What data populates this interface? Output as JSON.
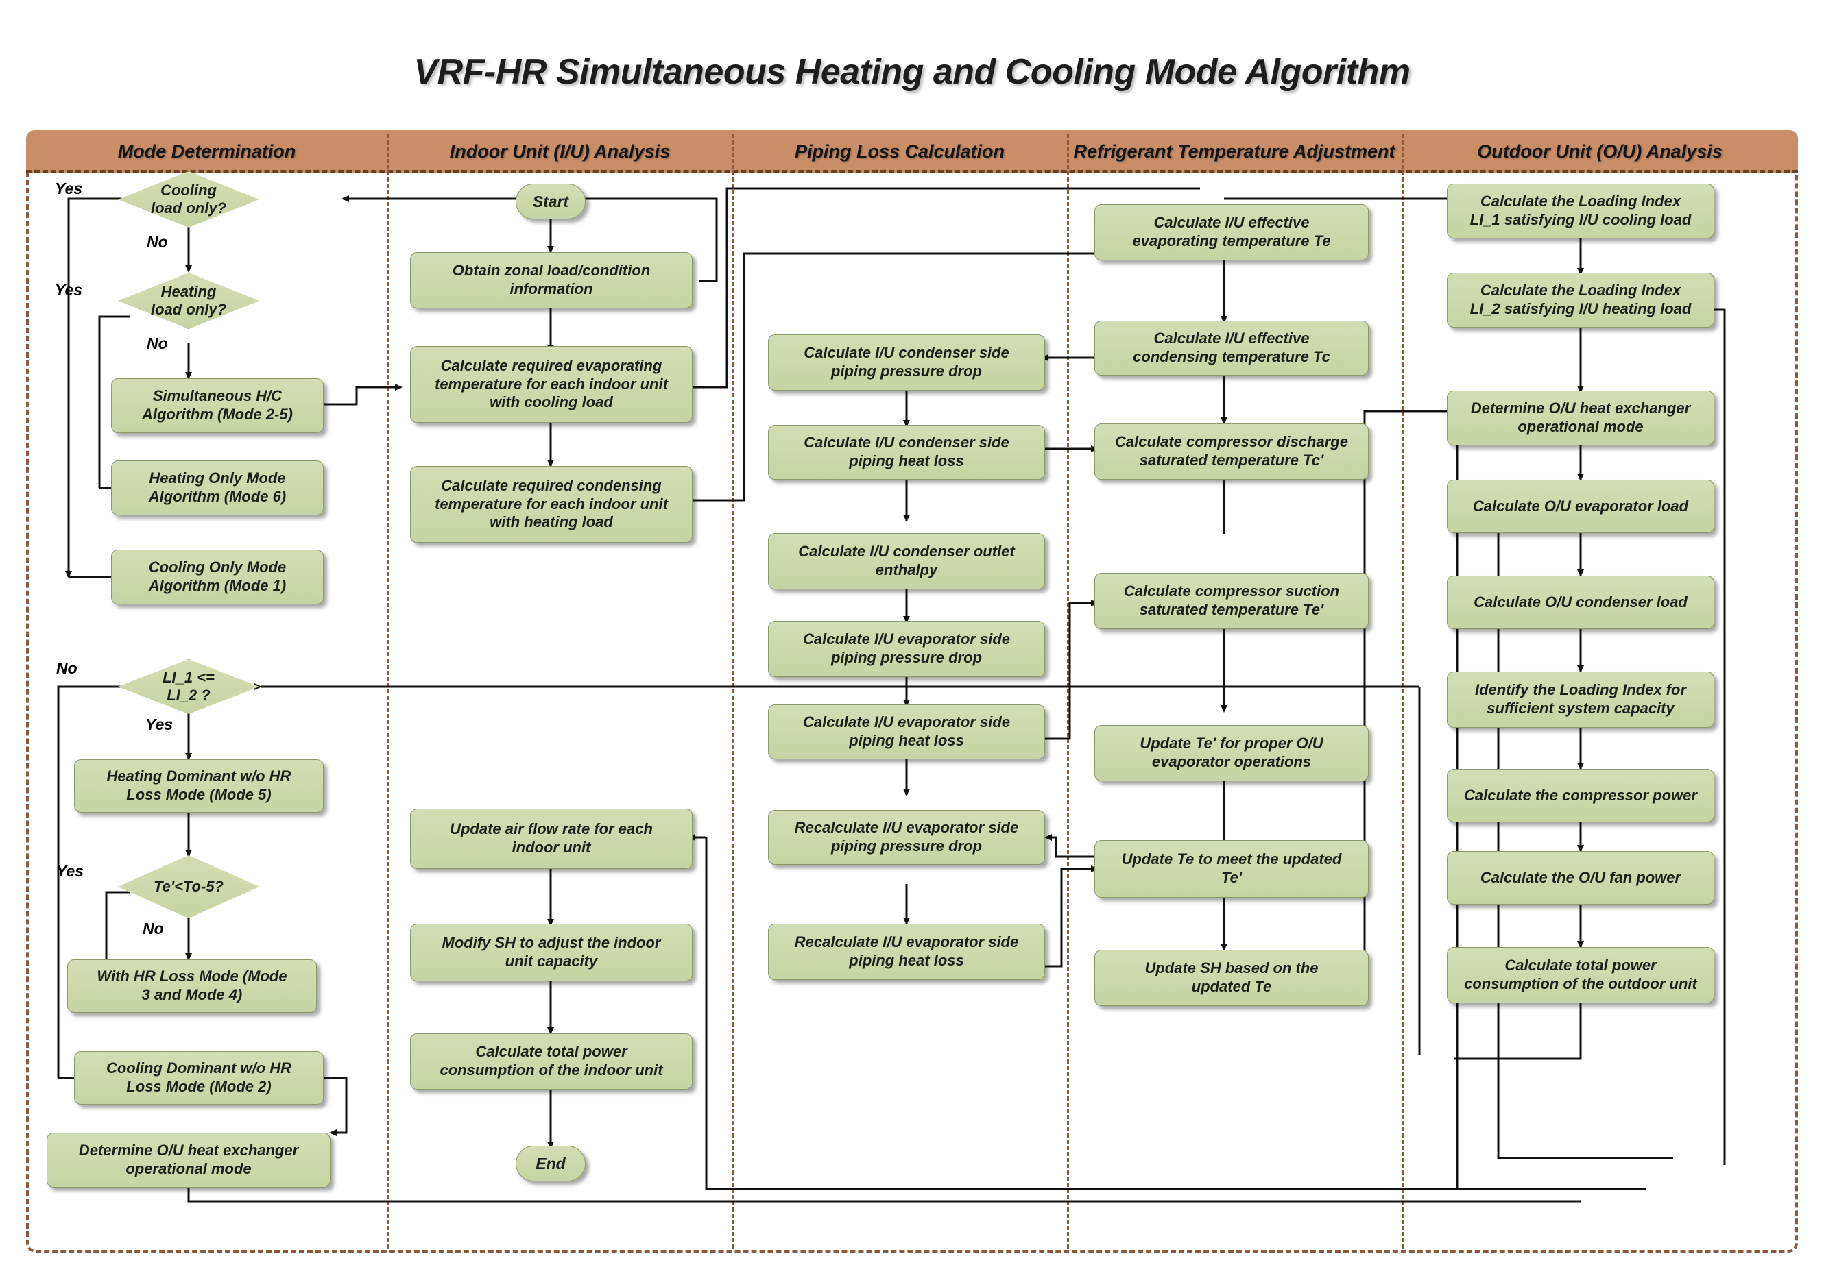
{
  "title": "VRF-HR Simultaneous Heating and Cooling Mode Algorithm",
  "lanes": [
    {
      "id": "mode-determination",
      "label": "Mode Determination"
    },
    {
      "id": "indoor-unit-analysis",
      "label": "Indoor Unit (I/U) Analysis"
    },
    {
      "id": "piping-loss-calculation",
      "label": "Piping Loss Calculation"
    },
    {
      "id": "refrigerant-temperature-adjustment",
      "label": "Refrigerant Temperature Adjustment"
    },
    {
      "id": "outdoor-unit-analysis",
      "label": "Outdoor Unit (O/U) Analysis"
    }
  ],
  "colors": {
    "node_fill": "#cdd9ab",
    "node_border": "#8a9a6b",
    "lane_header": "#c98e68",
    "lane_border": "#8a5a3b",
    "connector": "#111111"
  },
  "nodes": {
    "cooling_load_only": "Cooling\nload only?",
    "heating_load_only": "Heating\nload only?",
    "simultaneous_hc": "Simultaneous H/C\nAlgorithm (Mode 2-5)",
    "heating_only_mode": "Heating Only Mode\nAlgorithm (Mode 6)",
    "cooling_only_mode": "Cooling Only Mode\nAlgorithm (Mode 1)",
    "li_compare": "LI_1 <=\nLI_2 ?",
    "heating_dominant": "Heating Dominant w/o HR\nLoss Mode (Mode 5)",
    "te_to_compare": "Te'<To-5?",
    "with_hr_loss": "With HR Loss Mode (Mode\n3 and Mode 4)",
    "cooling_dominant": "Cooling Dominant w/o HR\nLoss Mode (Mode 2)",
    "determine_ou_hx_left": "Determine O/U heat exchanger\noperational mode",
    "start": "Start",
    "obtain_zonal": "Obtain zonal load/condition\ninformation",
    "calc_req_evap": "Calculate required evaporating\ntemperature for each indoor unit\nwith cooling load",
    "calc_req_cond": "Calculate required condensing\ntemperature for each indoor unit\nwith heating load",
    "update_air_flow": "Update air flow rate for each\nindoor unit",
    "modify_sh": "Modify SH to adjust the indoor\nunit capacity",
    "calc_total_power_iu": "Calculate total power\nconsumption of the indoor unit",
    "end": "End",
    "iu_cond_pressure_drop": "Calculate I/U condenser side\npiping pressure drop",
    "iu_cond_heat_loss": "Calculate I/U condenser side\npiping heat loss",
    "iu_cond_outlet_enthalpy": "Calculate I/U condenser outlet\nenthalpy",
    "iu_evap_pressure_drop": "Calculate I/U evaporator side\npiping pressure drop",
    "iu_evap_heat_loss": "Calculate I/U evaporator side\npiping heat loss",
    "recalc_evap_pressure_drop": "Recalculate I/U evaporator side\npiping pressure drop",
    "recalc_evap_heat_loss": "Recalculate I/U evaporator side\npiping heat loss",
    "calc_te": "Calculate I/U effective\nevaporating temperature Te",
    "calc_tc": "Calculate I/U effective\ncondensing temperature Tc",
    "calc_tc_prime": "Calculate compressor discharge\nsaturated temperature Tc'",
    "calc_te_prime": "Calculate compressor suction\nsaturated temperature Te'",
    "update_te_prime": "Update Te' for proper O/U\nevaporator operations",
    "update_te": "Update Te to meet the updated\nTe'",
    "update_sh": "Update SH based on the\nupdated Te",
    "calc_li1": "Calculate the Loading Index\nLI_1 satisfying I/U cooling load",
    "calc_li2": "Calculate the Loading Index\nLI_2 satisfying I/U heating load",
    "determine_ou_hx_right": "Determine O/U heat exchanger\noperational mode",
    "calc_ou_evap_load": "Calculate O/U evaporator load",
    "calc_ou_cond_load": "Calculate O/U condenser load",
    "identify_li": "Identify the Loading Index for\nsufficient system capacity",
    "calc_comp_power": "Calculate the compressor power",
    "calc_ou_fan_power": "Calculate the O/U fan power",
    "calc_total_power_ou": "Calculate total power\nconsumption of the outdoor unit"
  },
  "edge_labels": {
    "cooling_yes": "Yes",
    "cooling_no": "No",
    "heating_yes": "Yes",
    "heating_no": "No",
    "li_no": "No",
    "li_yes": "Yes",
    "te_yes": "Yes",
    "te_no": "No"
  }
}
